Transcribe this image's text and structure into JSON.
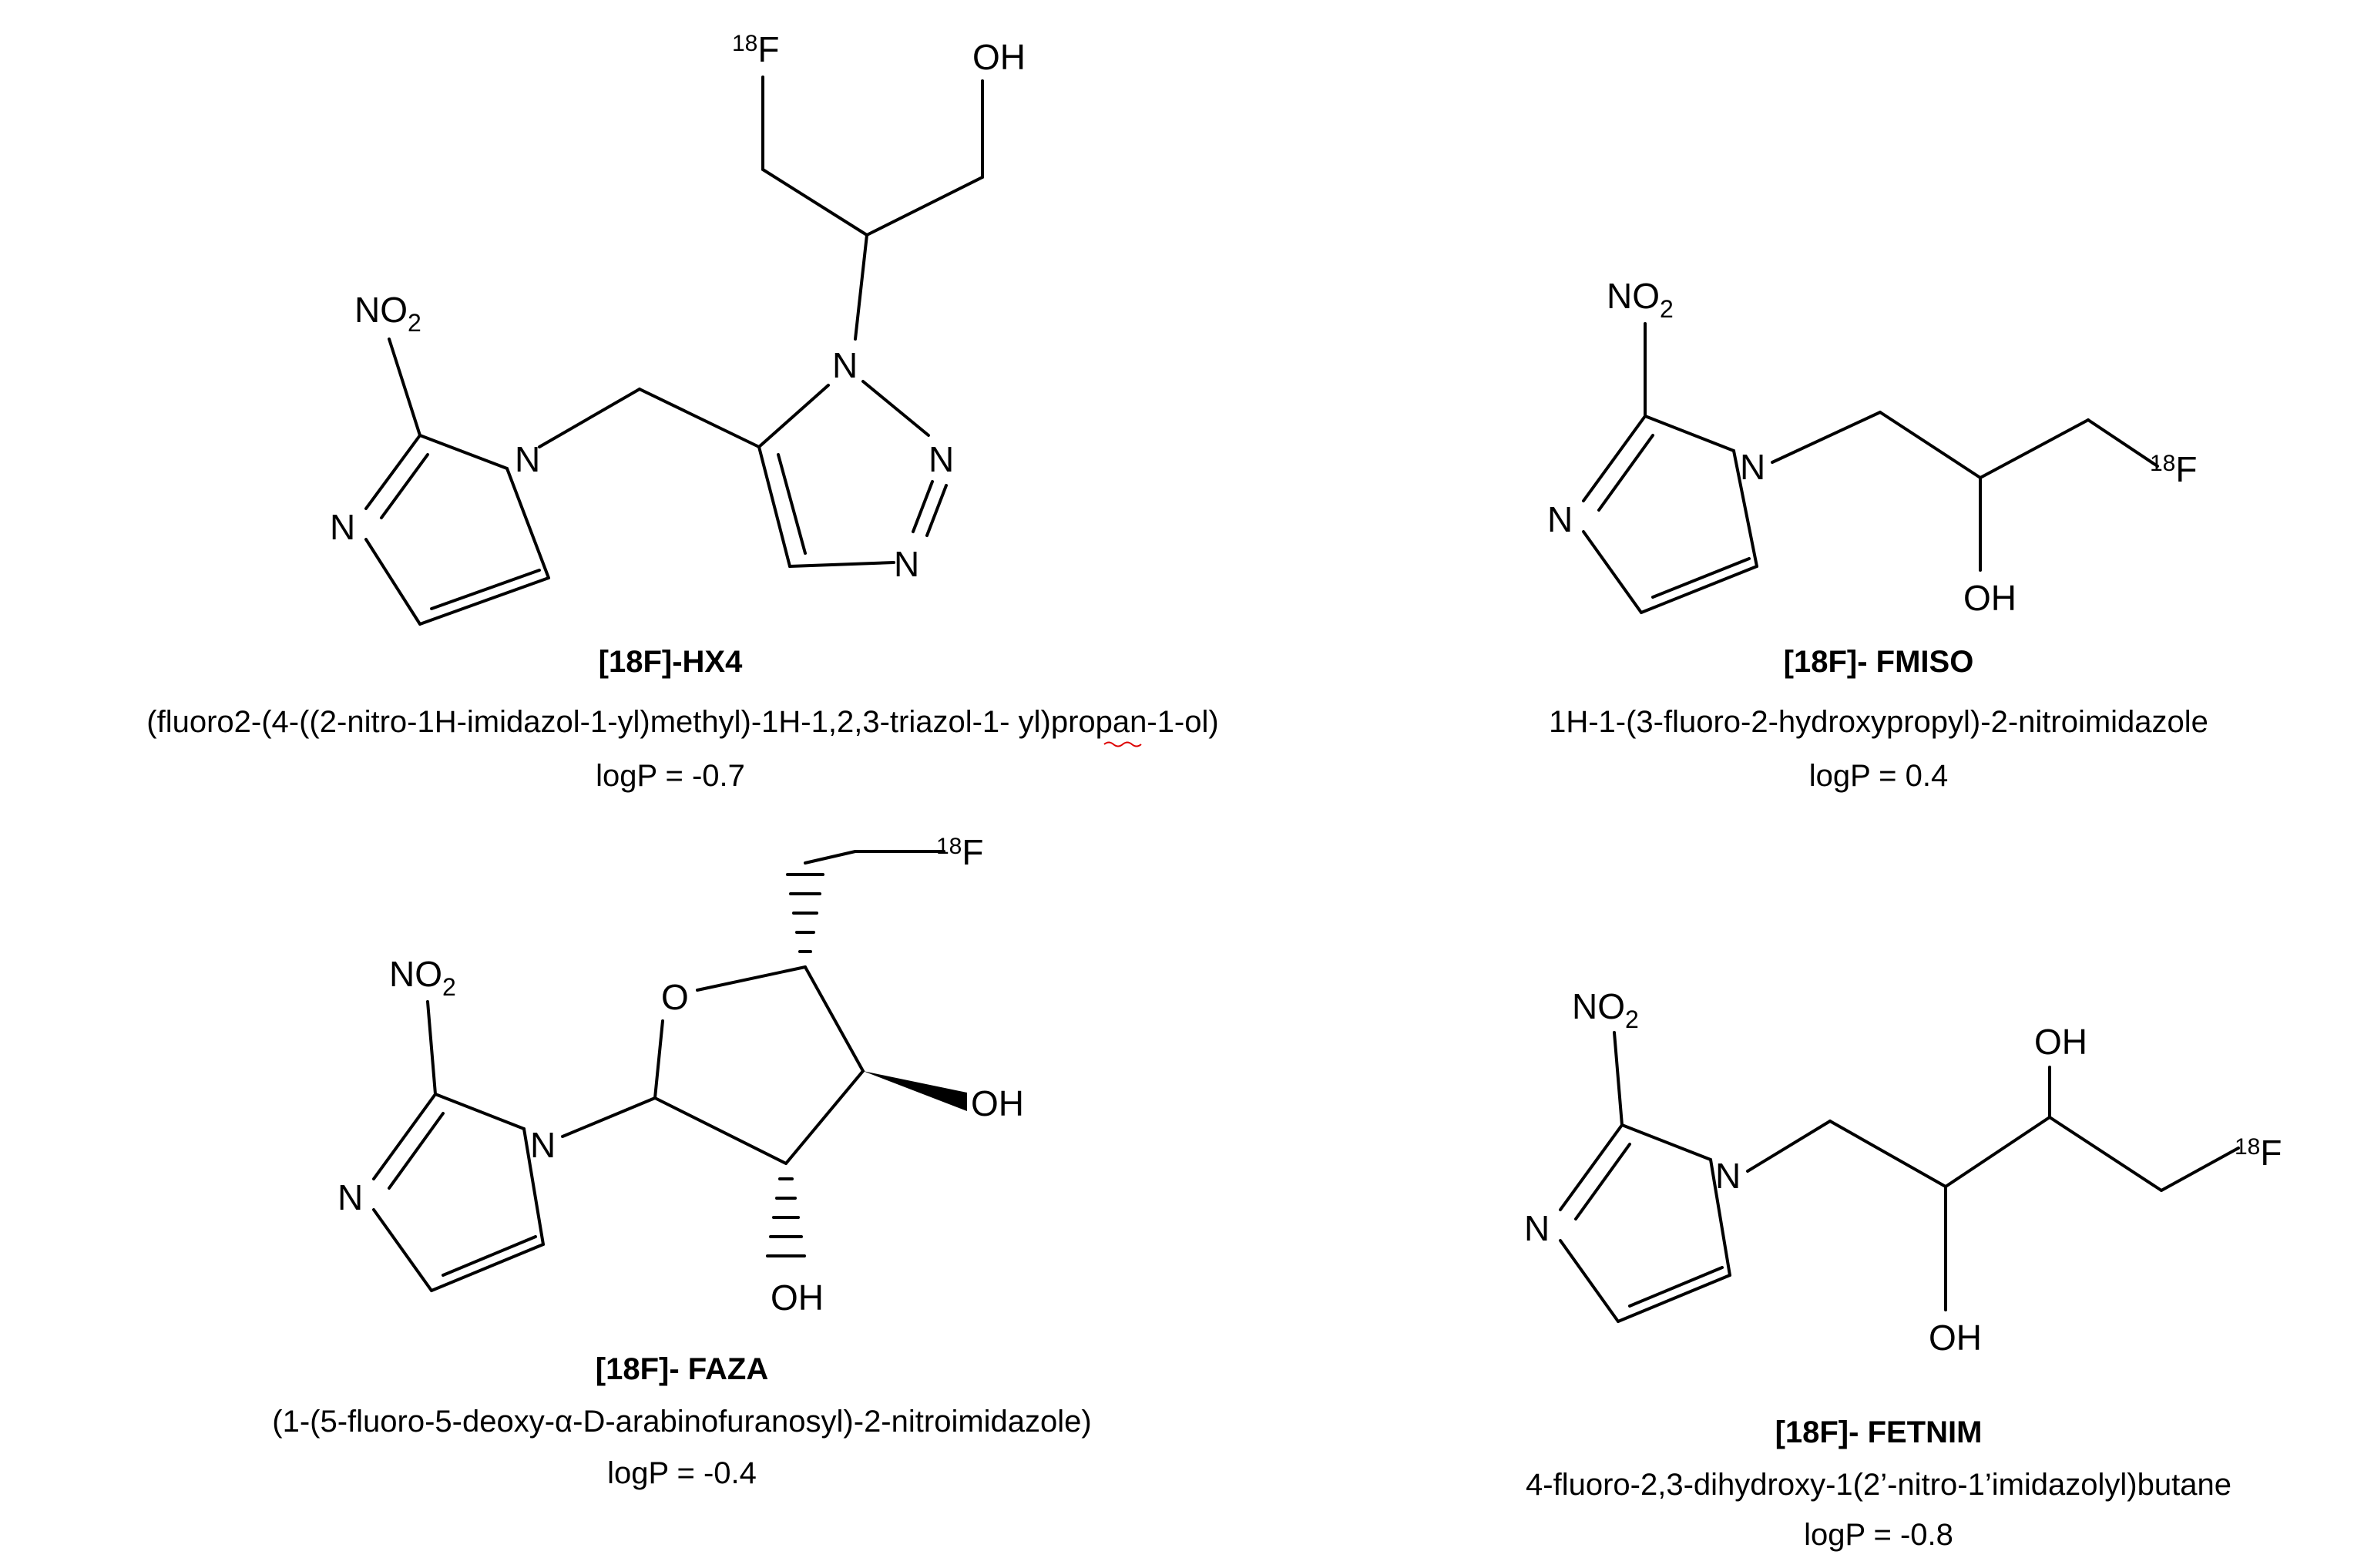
{
  "atoms": {
    "nitro": "NO",
    "nitro_sub": "2",
    "nitrogen": "N",
    "fluorine": "F",
    "isotope": "18",
    "hydroxyl": "OH",
    "oxygen": "O"
  },
  "compounds": [
    {
      "name": "[18F]-HX4",
      "iupac": "(fluoro2-(4-((2-nitro-1H-imidazol-1-yl)methyl)-1H-1,2,3-triazol-1- yl)propan-1-ol)",
      "logp": "logP = -0.7"
    },
    {
      "name": "[18F]- FMISO",
      "iupac": "1H-1-(3-fluoro-2-hydroxypropyl)-2-nitroimidazole",
      "logp": "logP = 0.4"
    },
    {
      "name": "[18F]- FAZA",
      "iupac": "(1-(5-fluoro-5-deoxy-α-D-arabinofuranosyl)-2-nitroimidazole)",
      "logp": "logP = -0.4"
    },
    {
      "name": "[18F]- FETNIM",
      "iupac": "4-fluoro-2,3-dihydroxy-1(2’-nitro-1’imidazolyl)butane",
      "logp": "logP = -0.8"
    }
  ]
}
